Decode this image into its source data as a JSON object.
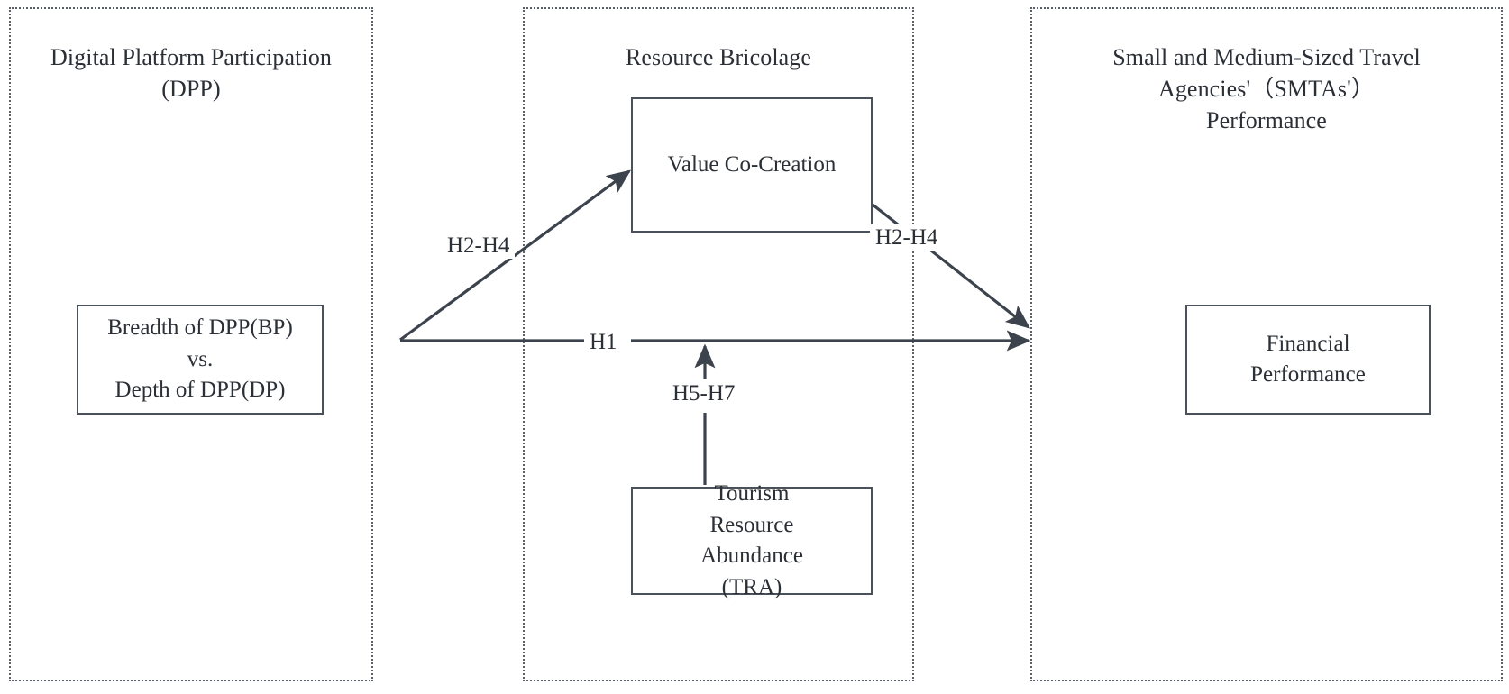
{
  "diagram": {
    "panels": [
      {
        "id": "dpp",
        "title": "Digital Platform Participation\n(DPP)"
      },
      {
        "id": "bricolage",
        "title": "Resource Bricolage"
      },
      {
        "id": "smta",
        "title": "Small and Medium-Sized Travel\nAgencies'（SMTAs'）\nPerformance"
      }
    ],
    "boxes": [
      {
        "id": "dpp",
        "label": "Breadth of DPP(BP)\nvs.\nDepth of DPP(DP)"
      },
      {
        "id": "vcc",
        "label": "Value Co-Creation"
      },
      {
        "id": "tra",
        "label": "Tourism\nResource\nAbundance\n(TRA)"
      },
      {
        "id": "fp",
        "label": "Financial\nPerformance"
      }
    ],
    "paths": [
      {
        "id": "h2h4-left",
        "label": "H2-H4",
        "from": "dpp-panel-edge",
        "to": "value-co-creation"
      },
      {
        "id": "h2h4-right",
        "label": "H2-H4",
        "from": "value-co-creation",
        "to": "financial-performance"
      },
      {
        "id": "h1",
        "label": "H1",
        "from": "dpp-panel-edge",
        "to": "financial-performance"
      },
      {
        "id": "h5h7",
        "label": "H5-H7",
        "from": "tourism-resource-abundance",
        "to": "h1-path"
      }
    ],
    "colors": {
      "line": "#4a515b",
      "text": "#2b2f36",
      "panel_border": "#5a5f68",
      "background": "#ffffff"
    }
  }
}
